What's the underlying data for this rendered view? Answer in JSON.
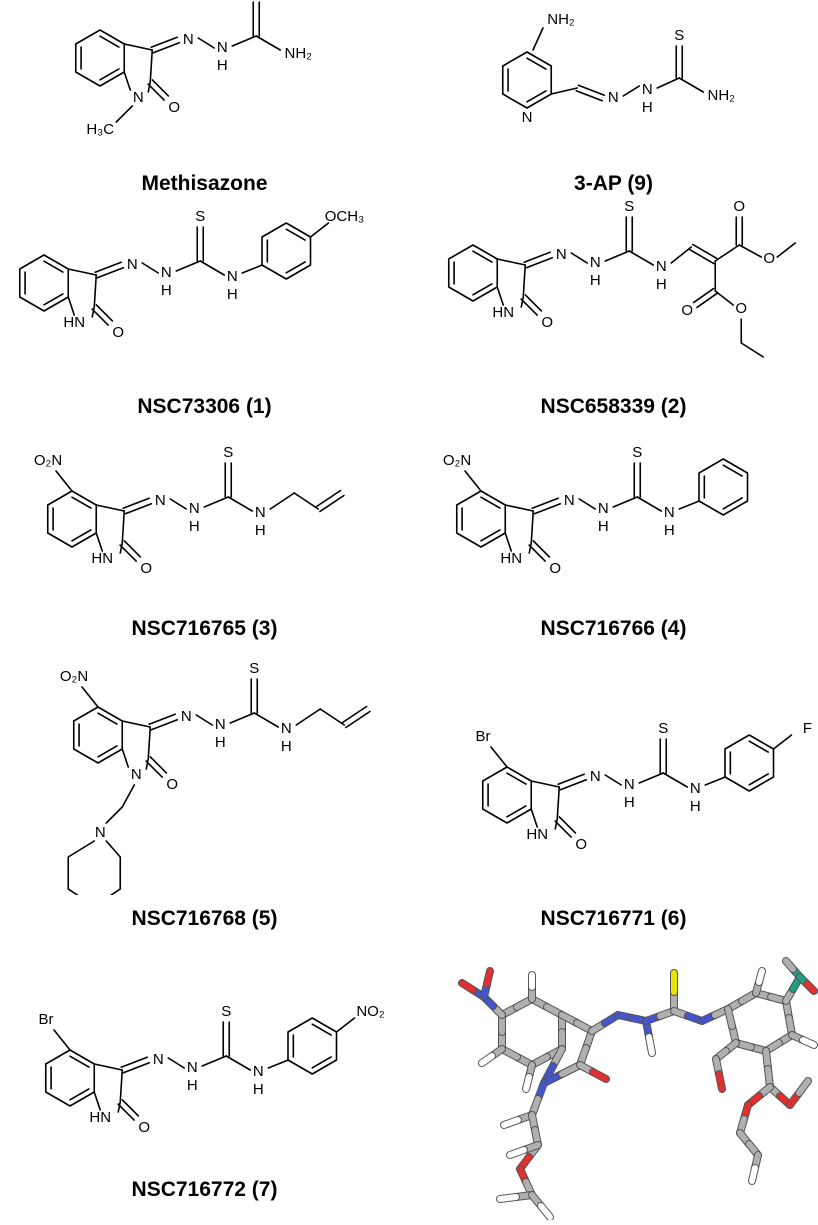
{
  "compounds": [
    {
      "name": "Methisazone"
    },
    {
      "name": "3-AP (9)"
    },
    {
      "name": "NSC73306 (1)"
    },
    {
      "name": "NSC658339 (2)"
    },
    {
      "name": "NSC716765 (3)"
    },
    {
      "name": "NSC716766 (4)"
    },
    {
      "name": "NSC716768 (5)"
    },
    {
      "name": "NSC716771 (6)"
    },
    {
      "name": "NSC716772 (7)"
    }
  ],
  "atoms": {
    "S": "S",
    "N": "N",
    "NH": "H",
    "NH2": "NH₂",
    "HN": "HN",
    "O": "O",
    "H3C": "H₃C",
    "O2N": "O₂N",
    "NO2": "NO₂",
    "OCH3": "OCH₃",
    "Br": "Br",
    "F": "F"
  },
  "colors": {
    "carbon": "#b0b0b0",
    "hydrogen": "#ffffff",
    "nitrogen": "#4455cc",
    "oxygen": "#e03030",
    "sulfur": "#e6e600",
    "teal": "#20a080"
  }
}
